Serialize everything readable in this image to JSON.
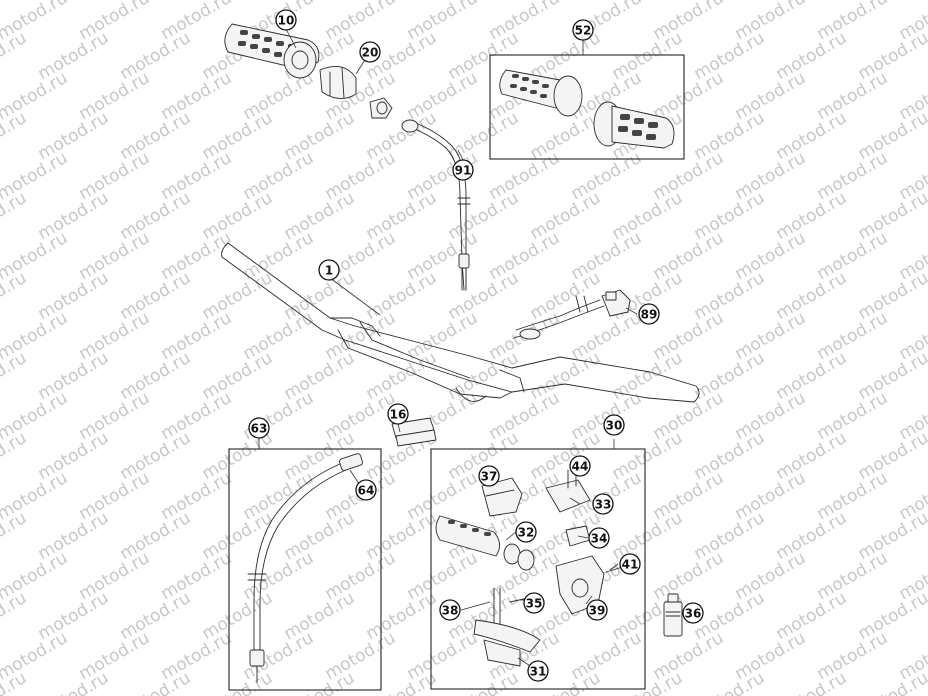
{
  "watermark": "motod.ru",
  "callouts": [
    {
      "id": "c1",
      "label": "1"
    },
    {
      "id": "c10",
      "label": "10"
    },
    {
      "id": "c16",
      "label": "16"
    },
    {
      "id": "c20",
      "label": "20"
    },
    {
      "id": "c30",
      "label": "30"
    },
    {
      "id": "c31",
      "label": "31"
    },
    {
      "id": "c32",
      "label": "32"
    },
    {
      "id": "c33",
      "label": "33"
    },
    {
      "id": "c34",
      "label": "34"
    },
    {
      "id": "c35",
      "label": "35"
    },
    {
      "id": "c36",
      "label": "36"
    },
    {
      "id": "c37",
      "label": "37"
    },
    {
      "id": "c38",
      "label": "38"
    },
    {
      "id": "c39",
      "label": "39"
    },
    {
      "id": "c41",
      "label": "41"
    },
    {
      "id": "c44",
      "label": "44"
    },
    {
      "id": "c52",
      "label": "52"
    },
    {
      "id": "c63",
      "label": "63"
    },
    {
      "id": "c64",
      "label": "64"
    },
    {
      "id": "c89",
      "label": "89"
    },
    {
      "id": "c91",
      "label": "91"
    }
  ]
}
